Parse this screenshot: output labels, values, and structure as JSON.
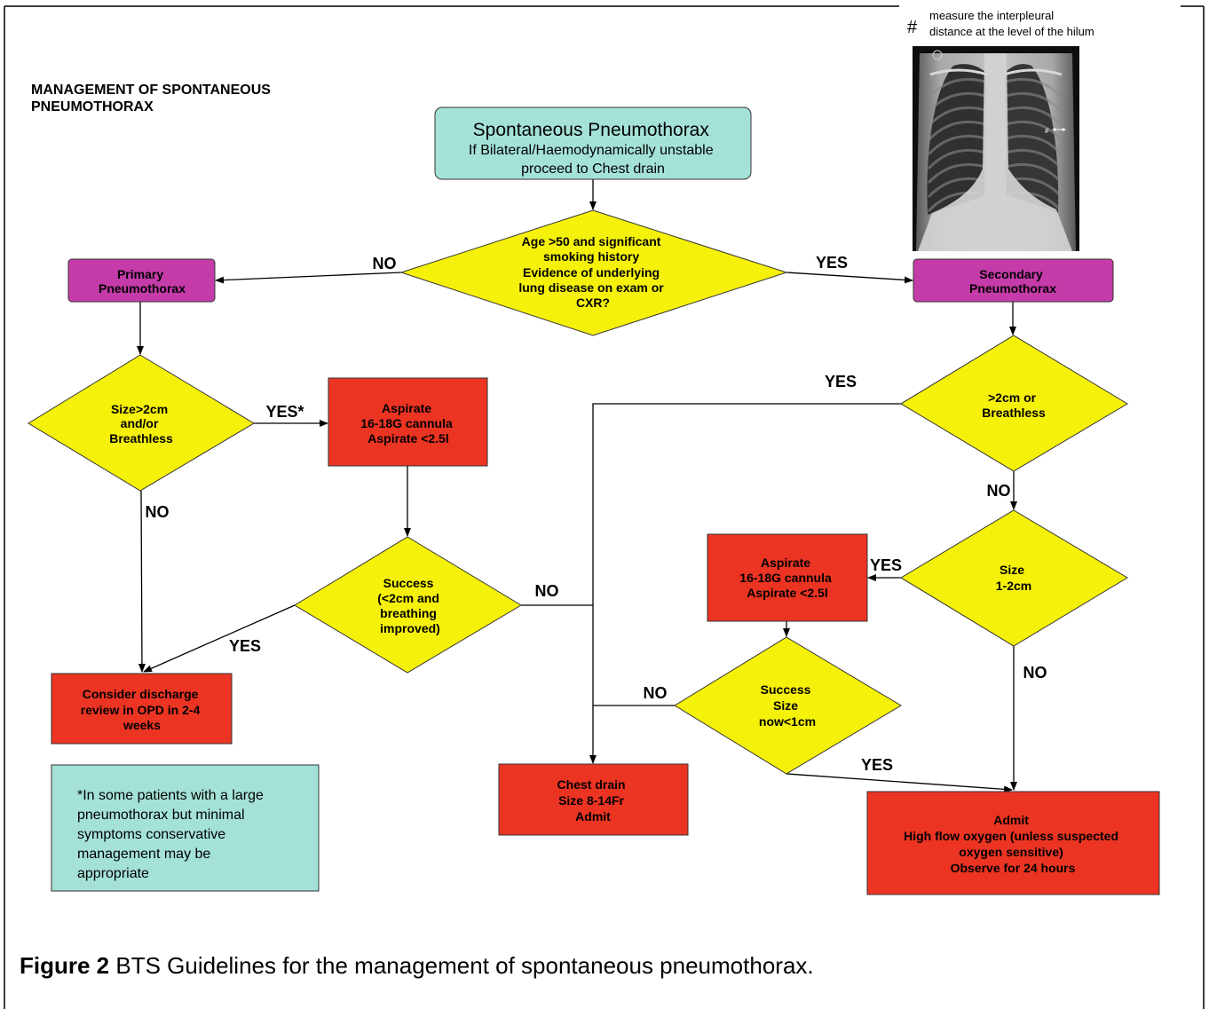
{
  "title": {
    "line1": "MANAGEMENT OF SPONTANEOUS",
    "line2": "PNEUMOTHORAX"
  },
  "xray_note": {
    "symbol": "#",
    "line1": "measure the interpleural",
    "line2": "distance at the level of the hilum"
  },
  "xray": {
    "marker": "#"
  },
  "nodes": {
    "start": {
      "lines": [
        "Spontaneous Pneumothorax",
        "If Bilateral/Haemodynamically unstable",
        "proceed to Chest drain"
      ]
    },
    "q_age": {
      "lines": [
        "Age >50 and significant",
        "smoking history",
        "Evidence of underlying",
        "lung disease on exam or",
        "CXR?"
      ]
    },
    "primary": {
      "lines": [
        "Primary",
        "Pneumothorax"
      ]
    },
    "secondary": {
      "lines": [
        "Secondary",
        "Pneumothorax"
      ]
    },
    "q_size_primary": {
      "lines": [
        "Size>2cm",
        "and/or",
        "Breathless"
      ]
    },
    "aspirate_primary": {
      "lines": [
        "Aspirate",
        "16-18G cannula",
        "Aspirate <2.5l"
      ]
    },
    "q_success_primary": {
      "lines": [
        "Success",
        "(<2cm and",
        "breathing",
        "improved)"
      ]
    },
    "discharge": {
      "lines": [
        "Consider discharge",
        "review in OPD in 2-4",
        "weeks"
      ]
    },
    "q_size_secondary": {
      "lines": [
        ">2cm or",
        "Breathless"
      ]
    },
    "q_size_1_2": {
      "lines": [
        "Size",
        "1-2cm"
      ]
    },
    "aspirate_secondary": {
      "lines": [
        "Aspirate",
        "16-18G cannula",
        "Aspirate <2.5l"
      ]
    },
    "q_success_secondary": {
      "lines": [
        "Success",
        "Size",
        "now<1cm"
      ]
    },
    "chest_drain": {
      "lines": [
        "Chest drain",
        "Size 8-14Fr",
        "Admit"
      ]
    },
    "admit": {
      "lines": [
        "Admit",
        "High flow oxygen (unless suspected",
        "oxygen sensitive)",
        "Observe for 24 hours"
      ]
    }
  },
  "edge_labels": {
    "age_to_primary": "NO",
    "age_to_secondary": "YES",
    "size_primary_to_aspirate": "YES*",
    "size_primary_to_discharge": "NO",
    "success_primary_to_discharge": "YES",
    "success_primary_to_chest_drain": "NO",
    "size_secondary_to_chest_drain": "YES",
    "size_secondary_to_size_1_2": "NO",
    "size_1_2_to_aspirate": "YES",
    "success_secondary_to_chest_drain": "NO",
    "success_secondary_to_admit": "YES",
    "size_1_2_to_admit": "NO"
  },
  "note": {
    "lines": [
      "*In some patients with a large",
      "pneumothorax but minimal",
      "symptoms conservative",
      "management may be",
      "appropriate"
    ]
  },
  "caption": {
    "label": "Figure 2",
    "text": " BTS Guidelines for the management of spontaneous pneumothorax."
  },
  "colors": {
    "start_and_note": "#a4e2d8",
    "pneumothorax_type": "#c53ba9",
    "decision": "#f6f10b",
    "action": "#ec3423"
  }
}
